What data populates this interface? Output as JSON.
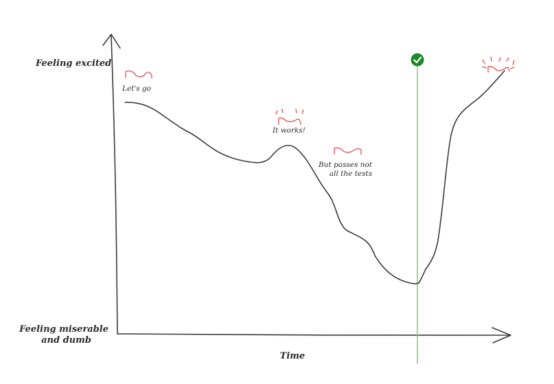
{
  "axes": {
    "y_top_label": "Feeling excited",
    "y_bottom_label_line1": "Feeling miserable",
    "y_bottom_label_line2": "and dumb",
    "x_label": "Time"
  },
  "annotations": {
    "start": "Let's go",
    "peak": "It works!",
    "decline_line1": "But passes not",
    "decline_line2": "all the tests"
  },
  "colors": {
    "curve": "#3a3a3a",
    "faces": "#e04b4b",
    "marker_line": "#7fc97a",
    "check_circle": "#1f8a2b"
  },
  "icons": {
    "checkpoint": "check-circle-icon"
  }
}
